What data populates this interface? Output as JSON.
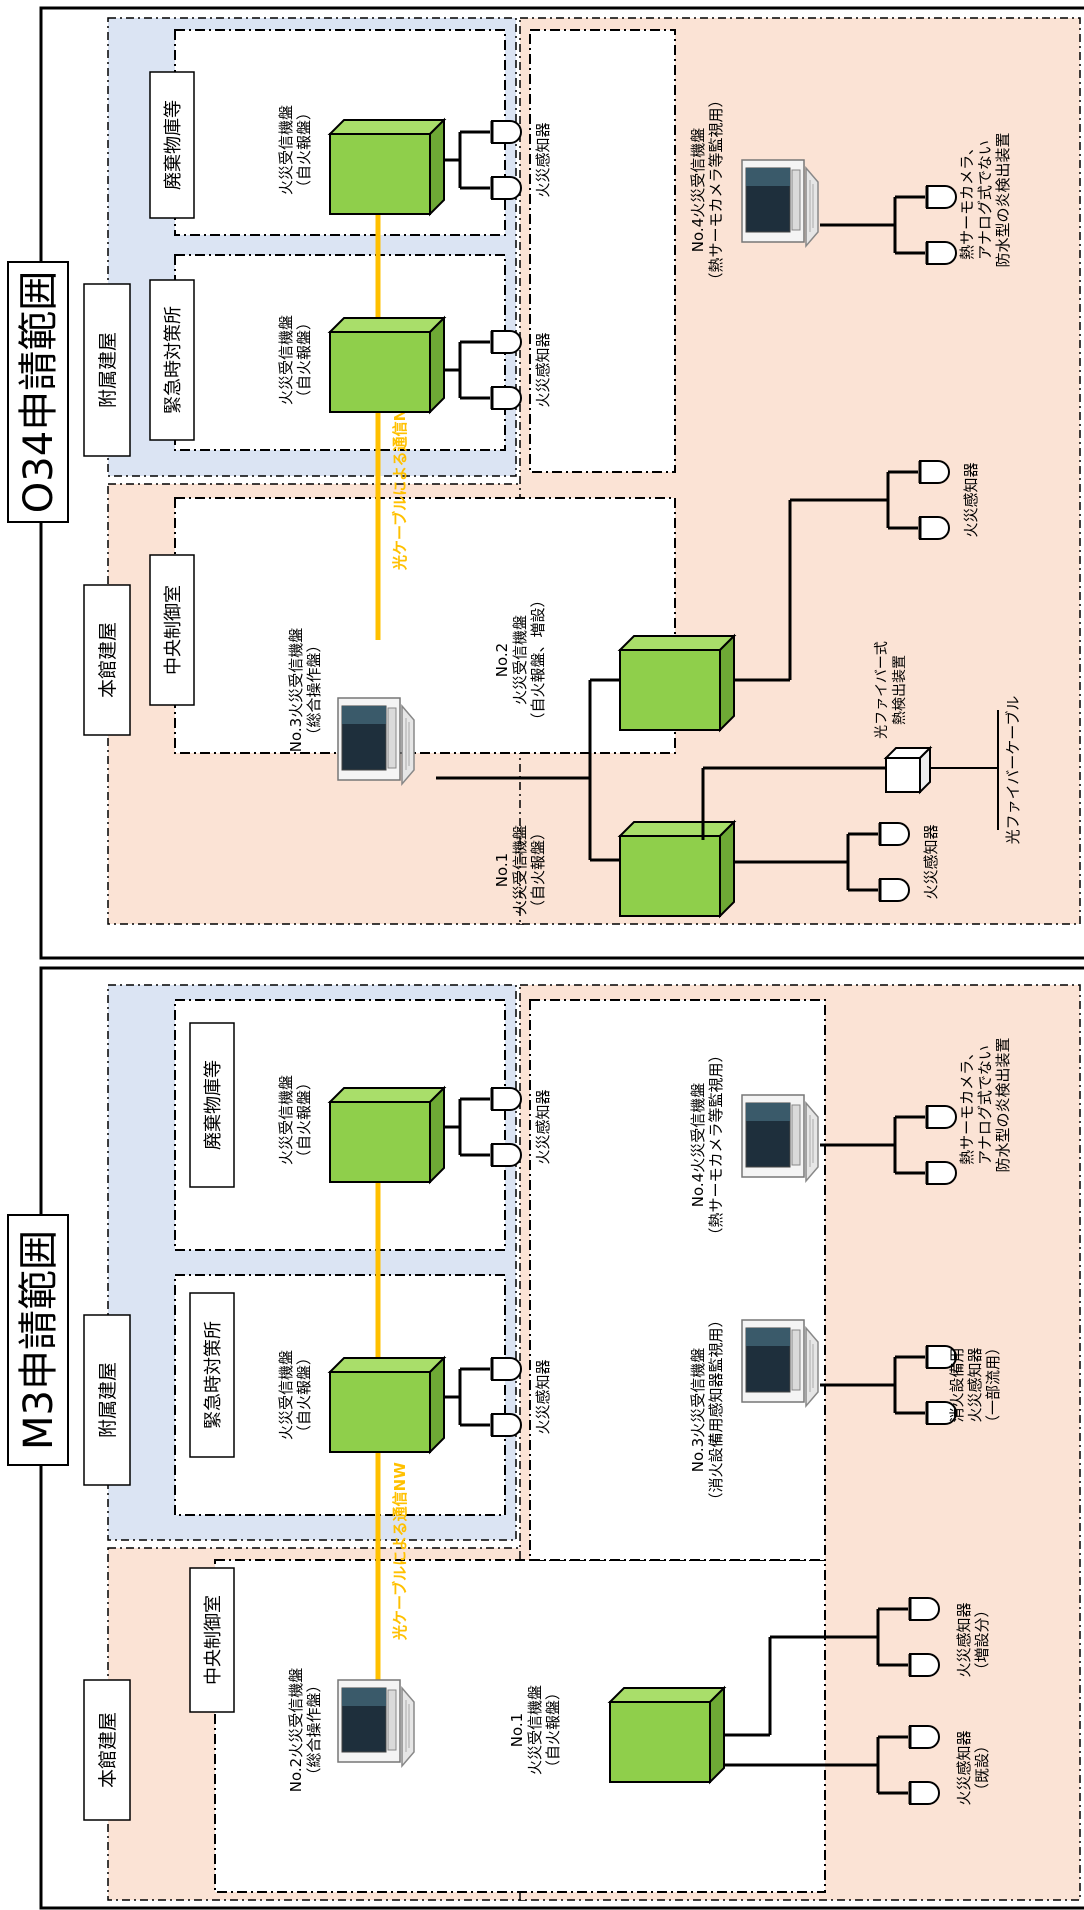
{
  "o34": {
    "title": "O34申請範囲",
    "annex_building": "附属建屋",
    "main_building": "本館建屋",
    "emergency_room": "緊急時対策所",
    "waste_storage": "廃棄物庫等",
    "central_control": "中央制御室",
    "fire_receiver_self": "火災受信機盤\n（自火報盤）",
    "fire_detector": "火災感知器",
    "optical_nw": "光ケーブルによる通信NW",
    "no3_panel": "No.3火災受信機盤\n（総合操作盤）",
    "no1_panel": "No.1\n火災受信機盤\n（自火報盤）",
    "no2_panel": "No.2\n火災受信機盤\n（自火報盤、増設）",
    "no4_panel": "No.4火災受信機盤\n（熱サーモカメラ等監視用）",
    "thermo_camera": "熱サーモカメラ、\nアナログ式でない\n防水型の炎検出装置",
    "optical_fiber_detector": "光ファイバー式\n熱検出装置",
    "optical_fiber_cable": "光ファイバーケーブル"
  },
  "m3": {
    "title": "M3申請範囲",
    "annex_building": "附属建屋",
    "main_building": "本館建屋",
    "emergency_room": "緊急時対策所",
    "waste_storage": "廃棄物庫等",
    "central_control": "中央制御室",
    "fire_receiver_self": "火災受信機盤\n（自火報盤）",
    "fire_detector": "火災感知器",
    "optical_nw": "光ケーブルによる通信NW",
    "no2_panel": "No.2火災受信機盤\n（総合操作盤）",
    "no1_panel": "No.1\n火災受信機盤\n（自火報盤）",
    "no3_panel": "No.3火災受信機盤\n（消火設備用感知器監視用）",
    "no4_panel": "No.4火災受信機盤\n（熱サーモカメラ等監視用）",
    "thermo_camera": "熱サーモカメラ、\nアナログ式でない\n防水型の炎検出装置",
    "extinguishing_detector": "消火設備用\n火災感知器\n（一部流用）",
    "detector_added": "火災感知器\n（増設分）",
    "detector_existing": "火災感知器\n（既設）"
  },
  "colors": {
    "annex_fill": "#dbe4f3",
    "main_fill": "#fbe3d5",
    "panel_front": "#8fcf4b",
    "panel_top": "#a9de6a",
    "panel_side": "#6ea935",
    "cable": "#ffc000"
  }
}
